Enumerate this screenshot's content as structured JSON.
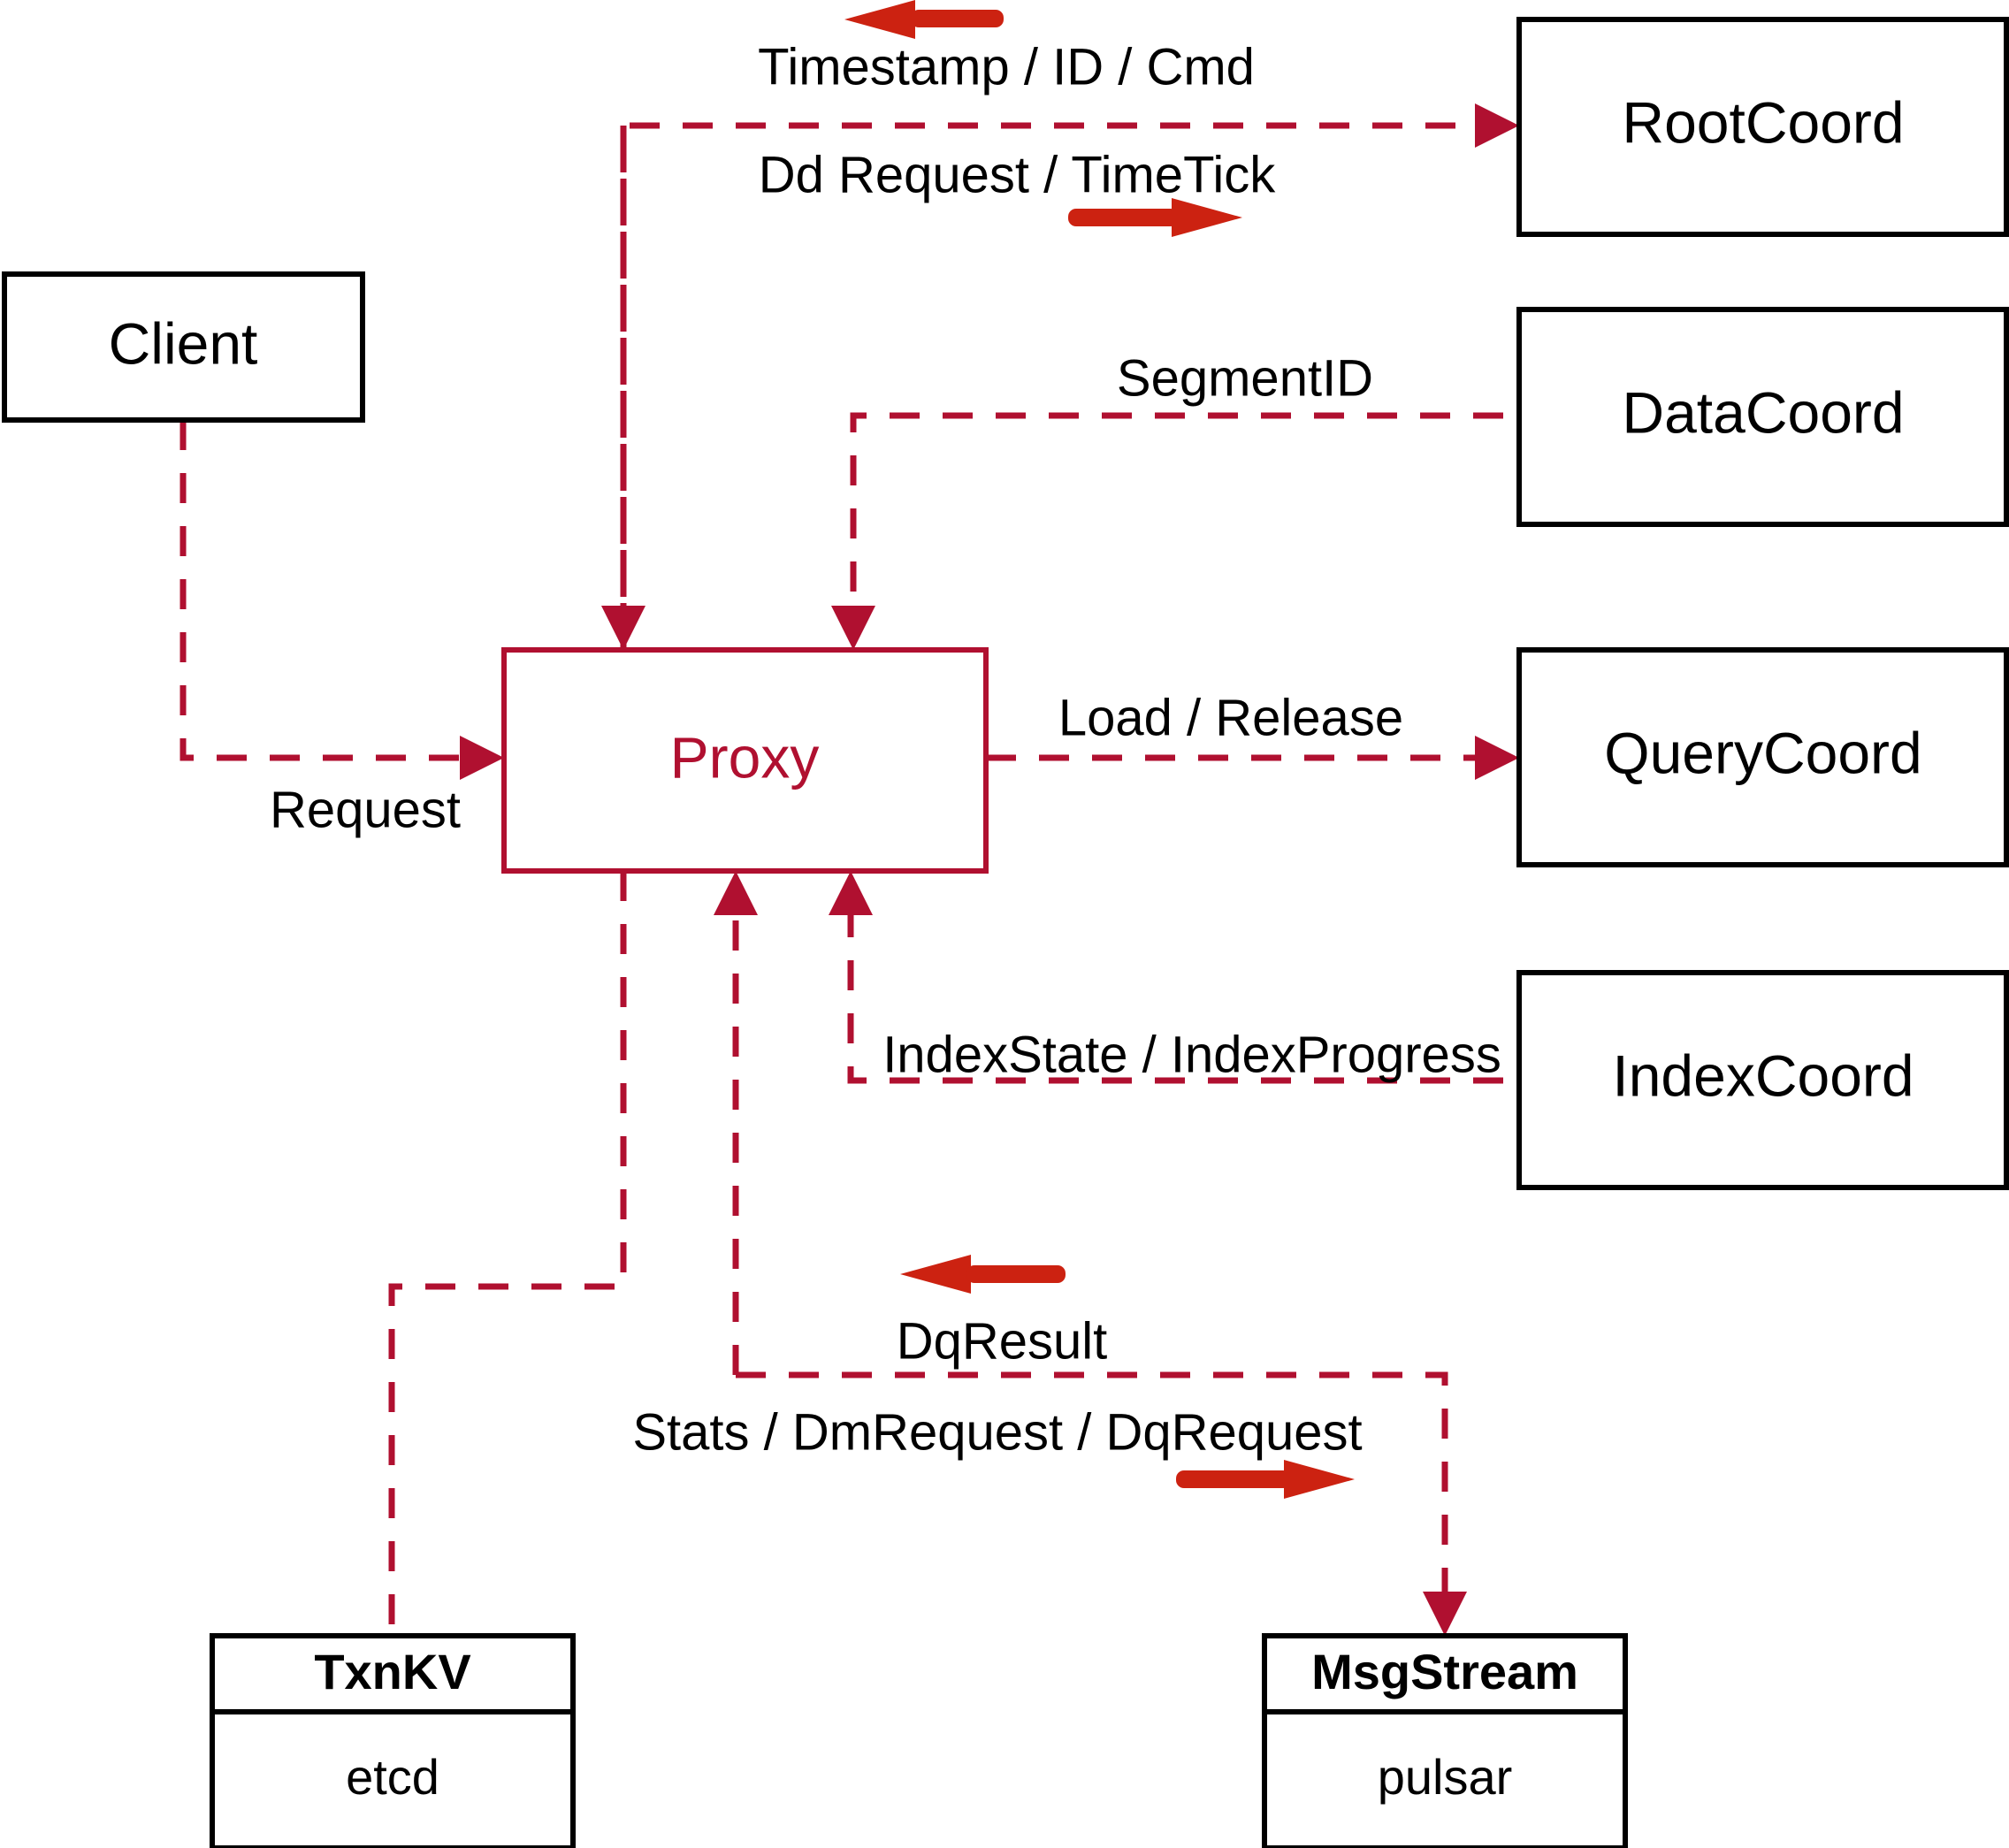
{
  "diagram": {
    "title": "Milvus Proxy Interaction Diagram",
    "colors": {
      "accent": "#B01030",
      "flow_arrow": "#CC2211",
      "node_stroke": "#000000",
      "background": "#ffffff"
    },
    "nodes": {
      "client": {
        "label": "Client"
      },
      "proxy": {
        "label": "Proxy"
      },
      "root_coord": {
        "label": "RootCoord"
      },
      "data_coord": {
        "label": "DataCoord"
      },
      "query_coord": {
        "label": "QueryCoord"
      },
      "index_coord": {
        "label": "IndexCoord"
      },
      "txn_kv": {
        "label": "TxnKV",
        "impl": "etcd"
      },
      "msg_stream": {
        "label": "MsgStream",
        "impl": "pulsar"
      }
    },
    "edges": [
      {
        "id": "client-to-proxy",
        "label": "Request",
        "from": "client",
        "to": "proxy",
        "direction": "right"
      },
      {
        "id": "proxy-to-rootcoord",
        "label": "Dd Request / TimeTick",
        "from": "proxy",
        "to": "root_coord",
        "direction": "right"
      },
      {
        "id": "rootcoord-to-proxy",
        "label": "Timestamp / ID / Cmd",
        "from": "root_coord",
        "to": "proxy",
        "direction": "left"
      },
      {
        "id": "datacoord-to-proxy",
        "label": "SegmentID",
        "from": "data_coord",
        "to": "proxy",
        "direction": "left"
      },
      {
        "id": "proxy-to-querycoord",
        "label": "Load / Release",
        "from": "proxy",
        "to": "query_coord",
        "direction": "right"
      },
      {
        "id": "indexcoord-to-proxy",
        "label": "IndexState / IndexProgress",
        "from": "index_coord",
        "to": "proxy",
        "direction": "left"
      },
      {
        "id": "msgstream-to-proxy",
        "label": "DqResult",
        "from": "msg_stream",
        "to": "proxy",
        "direction": "left"
      },
      {
        "id": "proxy-to-msgstream",
        "label": "Stats / DmRequest / DqRequest",
        "from": "proxy",
        "to": "msg_stream",
        "direction": "right"
      },
      {
        "id": "proxy-to-txnkv",
        "label": "",
        "from": "proxy",
        "to": "txn_kv",
        "direction": "down"
      }
    ]
  }
}
